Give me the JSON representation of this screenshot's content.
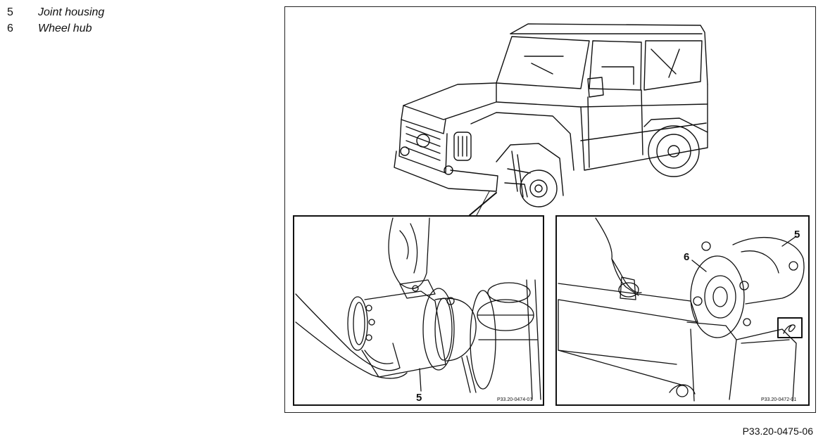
{
  "legend": {
    "items": [
      {
        "num": "5",
        "text": "Joint housing"
      },
      {
        "num": "6",
        "text": "Wheel hub"
      }
    ]
  },
  "figure": {
    "code": "P33.20-0475-06",
    "left_inset": {
      "callout": "5",
      "code": "P33.20-0474-01"
    },
    "right_inset": {
      "callout_5": "5",
      "callout_6": "6",
      "code": "P33.20-0472-01"
    }
  }
}
